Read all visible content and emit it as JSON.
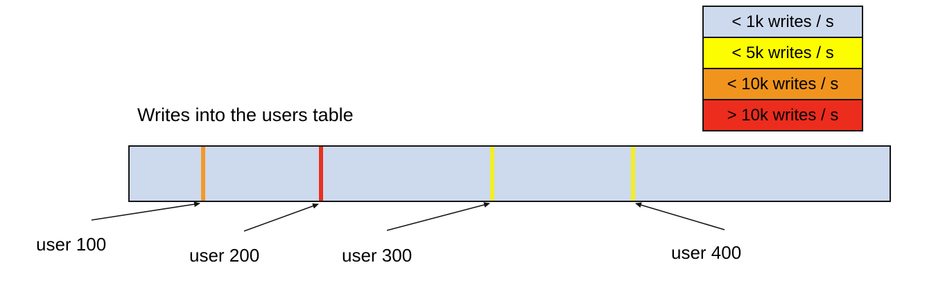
{
  "title": "Writes into the users table",
  "legend": {
    "items": [
      {
        "label": "< 1k writes / s",
        "color": "#cdd9ed"
      },
      {
        "label": "< 5k writes / s",
        "color": "#fdfd02"
      },
      {
        "label": "< 10k writes / s",
        "color": "#f0941e"
      },
      {
        "label": "> 10k writes / s",
        "color": "#ec2c1d"
      }
    ]
  },
  "bar": {
    "fill": "#cdd9ed",
    "border_color": "#141414"
  },
  "hotspots": [
    {
      "label": "user 100",
      "color": "#f2992b",
      "rate": "< 10k writes / s"
    },
    {
      "label": "user 200",
      "color": "#e8301f",
      "rate": "> 10k writes / s"
    },
    {
      "label": "user 300",
      "color": "#f2ee27",
      "rate": "< 5k writes / s"
    },
    {
      "label": "user 400",
      "color": "#f2ee27",
      "rate": "< 5k writes / s"
    }
  ]
}
